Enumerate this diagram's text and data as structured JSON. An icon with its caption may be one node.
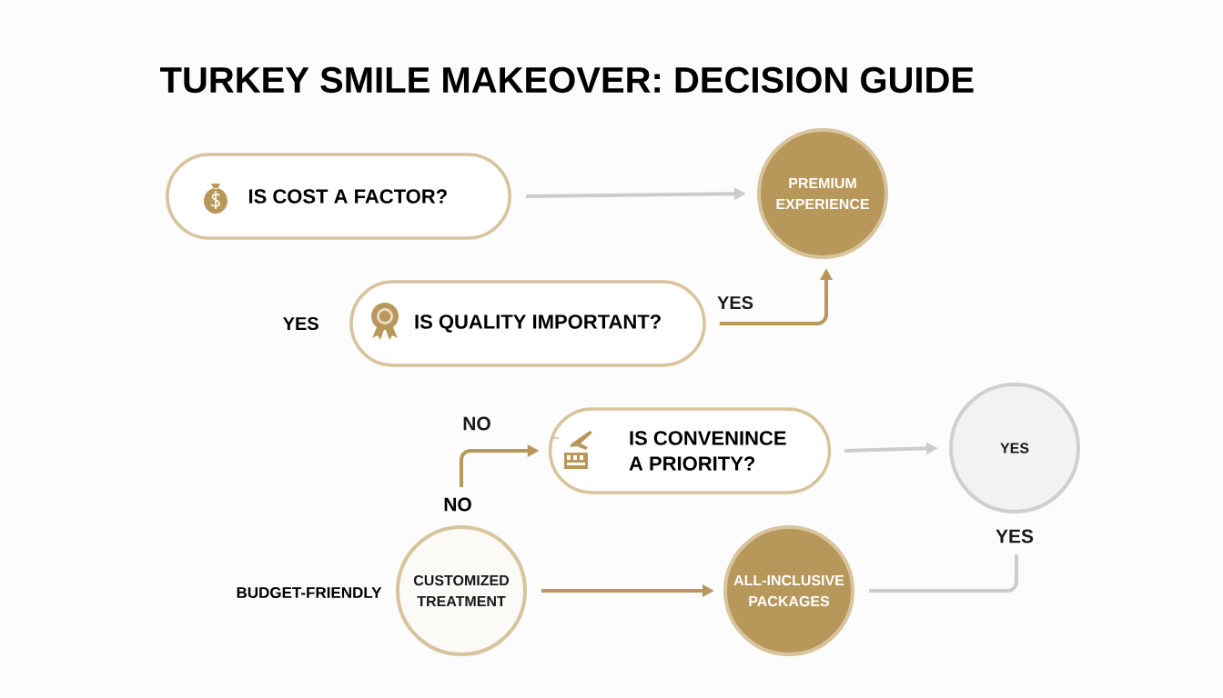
{
  "diagram": {
    "title": "TURKEY SMILE MAKEOVER: DECISION GUIDE",
    "nodes": [
      {
        "text": [
          "IS COST A FACTOR?"
        ]
      },
      {
        "text": [
          "PREMIUM EXPERIENCE"
        ]
      },
      {
        "text": [
          "IS QUALITY IMPORTANT?"
        ],
        "beside": [
          "YES"
        ]
      },
      {
        "text": [
          "IS CONVENINCE A PRIORITY?"
        ]
      },
      {
        "text": [
          "YES"
        ]
      },
      {
        "text": [
          "CUSTOMIZED TREATMENT"
        ],
        "beside": [
          "BUDGET-FRIENDLY"
        ]
      },
      {
        "text": [
          "ALL-INCLUSIVE PACKAGES"
        ]
      }
    ],
    "edges": [
      {
        "from": 0,
        "to": 1,
        "arrow": "to",
        "color": "#cccccc"
      },
      {
        "from": 2,
        "to": 1,
        "arrow": "to",
        "label": "YES",
        "color": "#b8975a"
      },
      {
        "from": 5,
        "to": 3,
        "arrow": "to",
        "label": "NO",
        "color": "#b8975a"
      },
      {
        "from": 3,
        "to": 4,
        "arrow": "to",
        "color": "#cccccc"
      },
      {
        "from": 5,
        "to": 6,
        "arrow": "to",
        "color": "#b8975a"
      },
      {
        "from": 6,
        "to": 4,
        "arrow": "none",
        "label": "YES",
        "color": "#cccccc"
      }
    ],
    "labels": [
      "NO"
    ]
  }
}
